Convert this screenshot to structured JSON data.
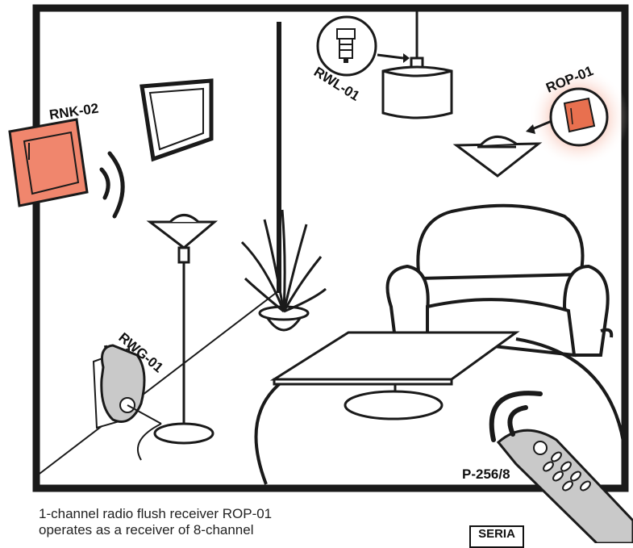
{
  "labels": {
    "rnk": "RNK-02",
    "rwl": "RWL-01",
    "rop": "ROP-01",
    "rwg": "RWG-01",
    "remote": "P-256/8"
  },
  "caption": {
    "line1": "1-channel radio flush receiver ROP-01",
    "line2": "operates as a receiver of 8-channel"
  },
  "badge": "SERIA",
  "colors": {
    "device_fill": "#f0866d",
    "outline": "#1a1a1a",
    "glow": "#f6b9a8"
  }
}
